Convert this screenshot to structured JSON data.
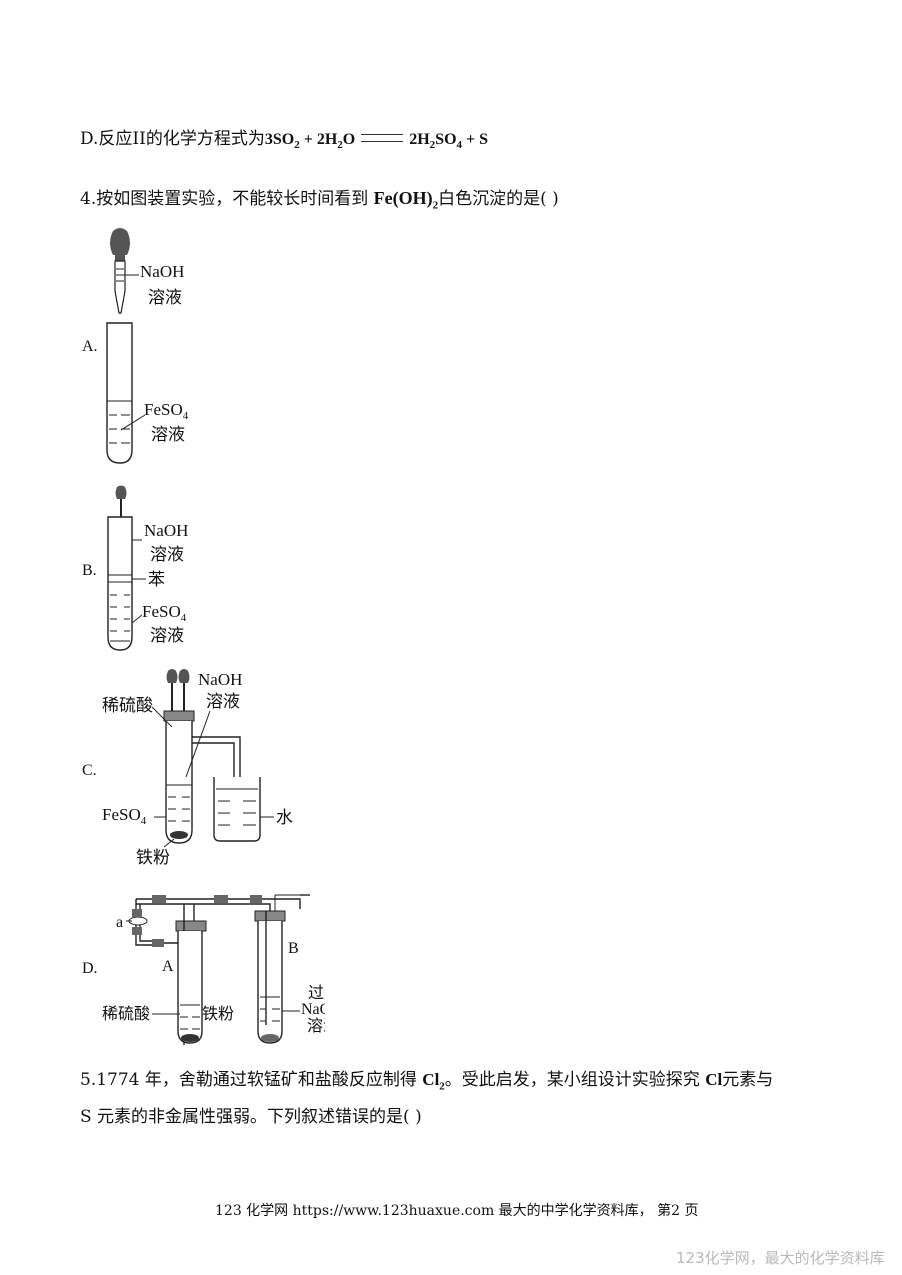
{
  "q3_option_d": {
    "prefix": "D.反应II的化学方程式为",
    "equation_left": "3SO",
    "equation_left_sub": "2",
    "equation_mid": " + 2H",
    "equation_mid_sub": "2",
    "equation_mid2": "O",
    "equation_right": "2H",
    "equation_right_sub": "2",
    "equation_right2": "SO",
    "equation_right_sub2": "4",
    "equation_right3": " + S"
  },
  "q4": {
    "stem_before": "4.按如图装置实验，不能较长时间看到",
    "formula": "Fe(OH)",
    "formula_sub": "2",
    "stem_after": "白色沉淀的是(    )",
    "options": {
      "A": {
        "label": "A.",
        "naoh": "NaOH",
        "naoh_sol": "溶液",
        "feso4": "FeSO",
        "feso4_sub": "4",
        "feso4_sol": "溶液"
      },
      "B": {
        "label": "B.",
        "naoh": "NaOH",
        "naoh_sol": "溶液",
        "benzene": "苯",
        "feso4": "FeSO",
        "feso4_sub": "4",
        "feso4_sol": "溶液"
      },
      "C": {
        "label": "C.",
        "acid": "稀硫酸",
        "naoh": "NaOH",
        "naoh_sol": "溶液",
        "feso4": "FeSO",
        "feso4_sub": "4",
        "water": "水",
        "iron": "铁粉"
      },
      "D": {
        "label": "D.",
        "valve": "a",
        "tube_a": "A",
        "tube_b": "B",
        "acid": "稀硫酸",
        "iron": "铁粉",
        "excess": "过量",
        "naoh": "NaOH",
        "naoh_sol": "溶液"
      }
    }
  },
  "q5": {
    "line1_before": "5.1774 年，舍勒通过软锰矿和盐酸反应制得",
    "cl2": "Cl",
    "cl2_sub": "2",
    "line1_mid": "。受此启发，某小组设计实验探究",
    "cl": "Cl",
    "line1_after": "元素与",
    "line2": "S 元素的非金属性强弱。下列叙述错误的是(    )"
  },
  "footer": "123 化学网 https://www.123huaxue.com 最大的中学化学资料库， 第2 页",
  "watermark": "123化学网，最大的化学资料库"
}
